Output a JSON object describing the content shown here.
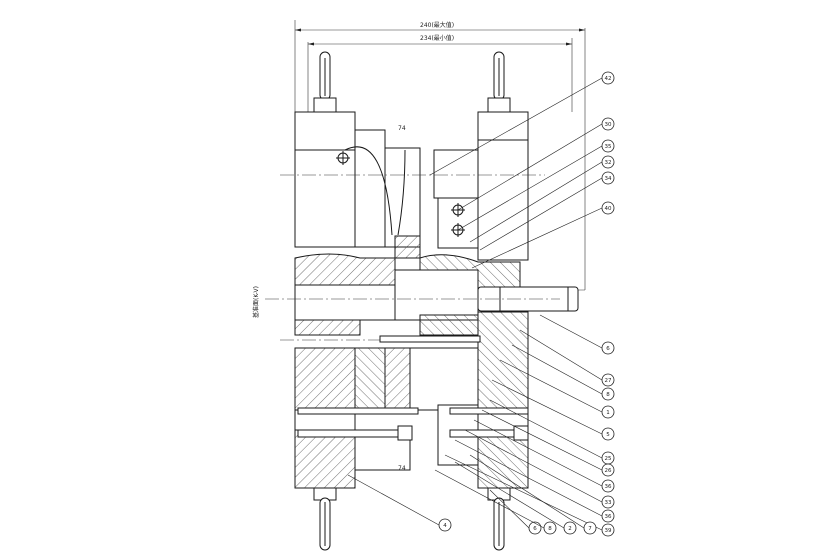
{
  "drawing": {
    "dimensions": {
      "overall_width": "240(最大值)",
      "inner_width": "234(最小值)",
      "side_label": "基准面(K-V)",
      "small_marks": [
        "74",
        "74"
      ]
    },
    "balloons": {
      "right": [
        "42",
        "30",
        "35",
        "32",
        "34",
        "40",
        "6",
        "27",
        "8",
        "1",
        "5",
        "25",
        "26",
        "36",
        "33",
        "36",
        "39"
      ],
      "bottom": [
        "4",
        "6",
        "8",
        "2",
        "7"
      ]
    }
  }
}
